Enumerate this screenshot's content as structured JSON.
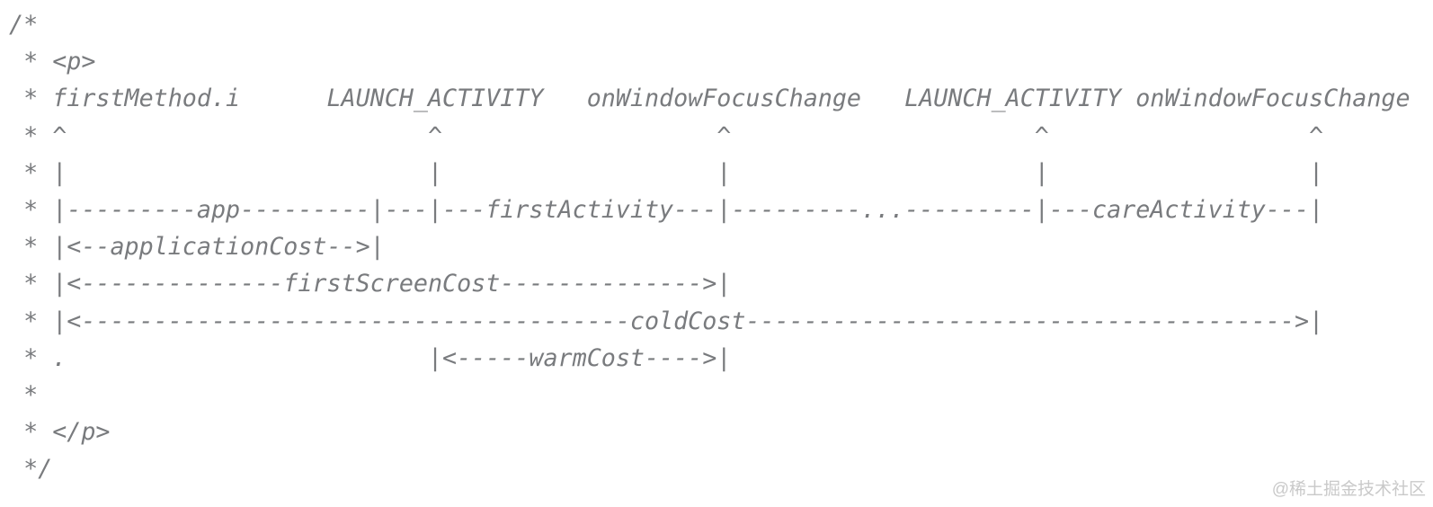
{
  "comment": {
    "lines": [
      "/*",
      " * <p>",
      " * firstMethod.i      LAUNCH_ACTIVITY   onWindowFocusChange   LAUNCH_ACTIVITY onWindowFocusChange",
      " * ^                         ^                   ^                     ^                  ^",
      " * |                         |                   |                     |                  |",
      " * |---------app---------|---|---firstActivity---|---------...---------|---careActivity---|",
      " * |<--applicationCost-->|",
      " * |<--------------firstScreenCost-------------->|",
      " * |<--------------------------------------coldCost-------------------------------------->|",
      " * .                         |<-----warmCost---->|",
      " *",
      " * </p>",
      " */"
    ],
    "labels": {
      "timeline_events": [
        "firstMethod.i",
        "LAUNCH_ACTIVITY",
        "onWindowFocusChange",
        "LAUNCH_ACTIVITY",
        "onWindowFocusChange"
      ],
      "segments": [
        "app",
        "firstActivity",
        "...",
        "careActivity"
      ],
      "costs": [
        "applicationCost",
        "firstScreenCost",
        "coldCost",
        "warmCost"
      ]
    }
  },
  "watermark": {
    "text": "@稀土掘金技术社区"
  },
  "colors": {
    "background": "#ffffff",
    "text": "#797b7e",
    "watermark": "#c9c9c9"
  }
}
